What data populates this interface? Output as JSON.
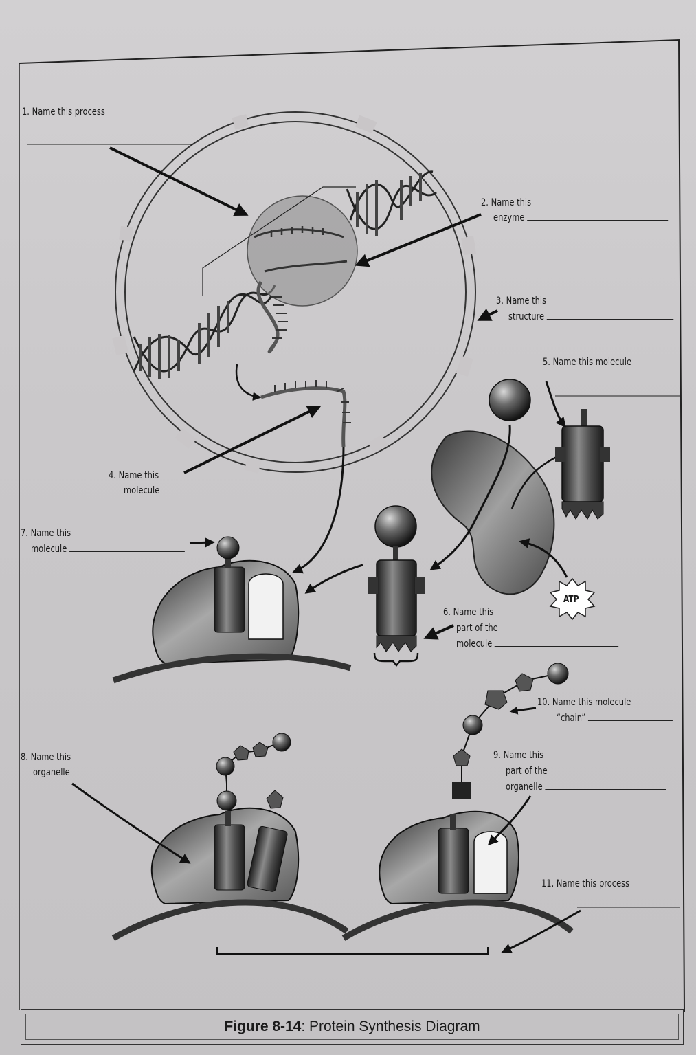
{
  "labels": {
    "q1": "1. Name this process",
    "q2_line1": "2. Name this",
    "q2_line2": "enzyme",
    "q3_line1": "3. Name this",
    "q3_line2": "structure",
    "q4_line1": "4. Name this",
    "q4_line2": "molecule",
    "q5": "5. Name this molecule",
    "q6_line1": "6. Name this",
    "q6_line2": "part of the",
    "q6_line3": "molecule",
    "q7_line1": "7. Name this",
    "q7_line2": "molecule",
    "q8_line1": "8. Name this",
    "q8_line2": "organelle",
    "q9_line1": "9. Name this",
    "q9_line2": "part of the",
    "q9_line3": "organelle",
    "q10_line1": "10. Name this molecule",
    "q10_line2": "“chain”",
    "q11": "11. Name this process",
    "atp": "ATP"
  },
  "caption": {
    "prefix": "Figure 8-14",
    "text": ": Protein Synthesis Diagram"
  }
}
